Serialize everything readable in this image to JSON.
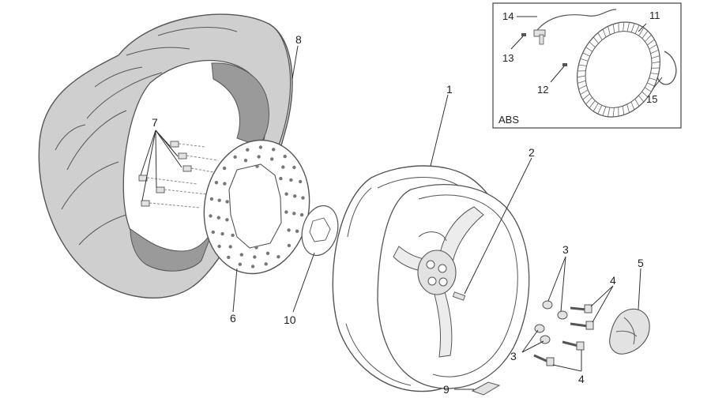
{
  "diagram": {
    "callouts": {
      "c1": "1",
      "c2": "2",
      "c3a": "3",
      "c3b": "3",
      "c4a": "4",
      "c4b": "4",
      "c5": "5",
      "c6": "6",
      "c7": "7",
      "c8": "8",
      "c9": "9",
      "c10": "10",
      "c11": "11",
      "c12": "12",
      "c13": "13",
      "c14": "14",
      "c15": "15"
    },
    "inset": {
      "label": "ABS"
    },
    "colors": {
      "tire": "#cfcfcf",
      "tire_inner": "#9a9a9a",
      "line": "#555555",
      "parts": "#e2e2e2",
      "frame": "#444444"
    }
  }
}
